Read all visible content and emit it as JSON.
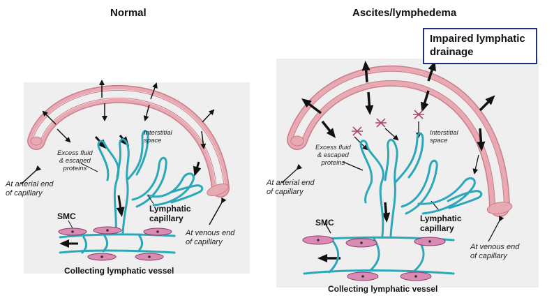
{
  "left_panel": {
    "title": "Normal",
    "labels": {
      "excess_fluid": "Excess fluid\n& escaped\nproteins",
      "interstitial": "Interstitial\nspace",
      "arterial": "At arterial end\nof capillary",
      "venous": "At venous end\nof capillary",
      "lymphatic_capillary": "Lymphatic\ncapillary",
      "smc": "SMC",
      "collecting": "Collecting lymphatic vessel"
    }
  },
  "right_panel": {
    "title": "Ascites/lymphedema",
    "callout": "Impaired lymphatic\ndrainage",
    "labels": {
      "excess_fluid": "Excess fluid\n& escaped\nproteins",
      "interstitial": "Interstitial\nspace",
      "arterial": "At arterial end\nof capillary",
      "venous": "At venous end\nof capillary",
      "lymphatic_capillary": "Lymphatic\ncapillary",
      "smc": "SMC",
      "collecting": "Collecting lymphatic vessel"
    }
  },
  "colors": {
    "capillary": "#e8a9b3",
    "capillary_outline": "#c97d8a",
    "lymphatic": "#2aa7b8",
    "smc": "#d98bb4",
    "arrow": "#111111",
    "blockade": "#b0456b",
    "background_panel": "#efefef",
    "callout_border": "#1f2f7a"
  }
}
